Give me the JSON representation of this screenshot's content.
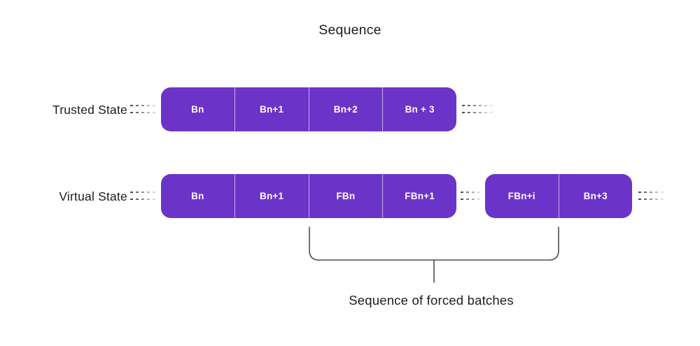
{
  "title": "Sequence",
  "rows": [
    {
      "label": "Trusted State",
      "blocks": [
        {
          "cells": [
            "Bn",
            "Bn+1",
            "Bn+2",
            "Bn + 3"
          ]
        }
      ]
    },
    {
      "label": "Virtual State",
      "blocks": [
        {
          "cells": [
            "Bn",
            "Bn+1",
            "FBn",
            "FBn+1"
          ]
        },
        {
          "cells": [
            "FBn+i",
            "Bn+3"
          ]
        }
      ]
    }
  ],
  "annotation": {
    "label": "Sequence of forced batches"
  },
  "colors": {
    "block_fill": "#6C33C8",
    "block_divider": "rgba(255,255,255,0.6)",
    "block_text": "#FFFFFF",
    "bracket_stroke": "#4D4D4D",
    "label_text": "#1D1D1D",
    "connector_dash": "#4A4A4A",
    "background": "#FFFFFF"
  }
}
